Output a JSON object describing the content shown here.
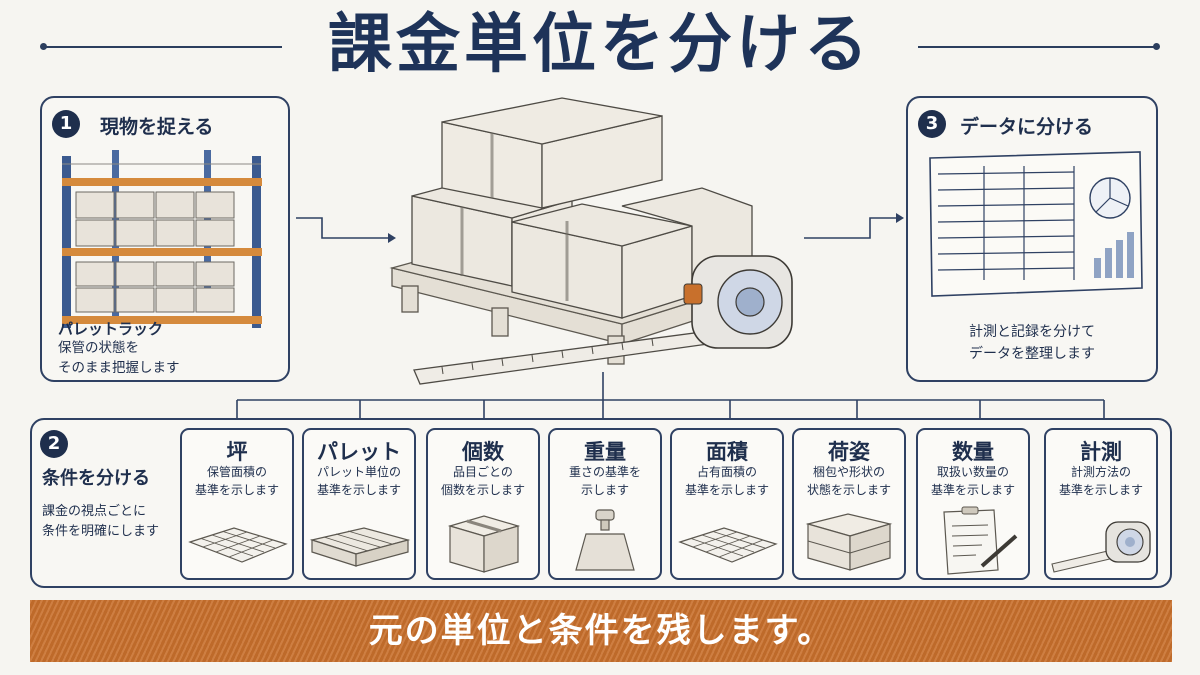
{
  "title": "課金単位を分ける",
  "panel1": {
    "number": "1",
    "title": "現物を捉える",
    "label": "パレットラック",
    "desc_line1": "保管の状態を",
    "desc_line2": "そのまま把握します"
  },
  "panel2": {
    "number": "2",
    "title": "条件を分ける",
    "desc_line1": "課金の視点ごとに",
    "desc_line2": "条件を明確にします"
  },
  "panel3": {
    "number": "3",
    "title": "データに分ける",
    "desc_line1": "計測と記録を分けて",
    "desc_line2": "データを整理します"
  },
  "cards": [
    {
      "title": "坪",
      "desc1": "保管面積の",
      "desc2": "基準を示します",
      "icon": "floor-grid-icon"
    },
    {
      "title": "パレット",
      "desc1": "パレット単位の",
      "desc2": "基準を示します",
      "icon": "pallet-icon"
    },
    {
      "title": "個数",
      "desc1": "品目ごとの",
      "desc2": "個数を示します",
      "icon": "box-icon"
    },
    {
      "title": "重量",
      "desc1": "重さの基準を",
      "desc2": "示します",
      "icon": "weight-icon"
    },
    {
      "title": "面積",
      "desc1": "占有面積の",
      "desc2": "基準を示します",
      "icon": "area-grid-icon"
    },
    {
      "title": "荷姿",
      "desc1": "梱包や形状の",
      "desc2": "状態を示します",
      "icon": "packages-icon"
    },
    {
      "title": "数量",
      "desc1": "取扱い数量の",
      "desc2": "基準を示します",
      "icon": "clipboard-icon"
    },
    {
      "title": "計測",
      "desc1": "計測方法の",
      "desc2": "基準を示します",
      "icon": "tape-measure-icon"
    }
  ],
  "banner": "元の単位と条件を残します。",
  "colors": {
    "navy": "#1f2f4d",
    "accent_orange": "#c8702c",
    "background": "#f6f5f1"
  }
}
